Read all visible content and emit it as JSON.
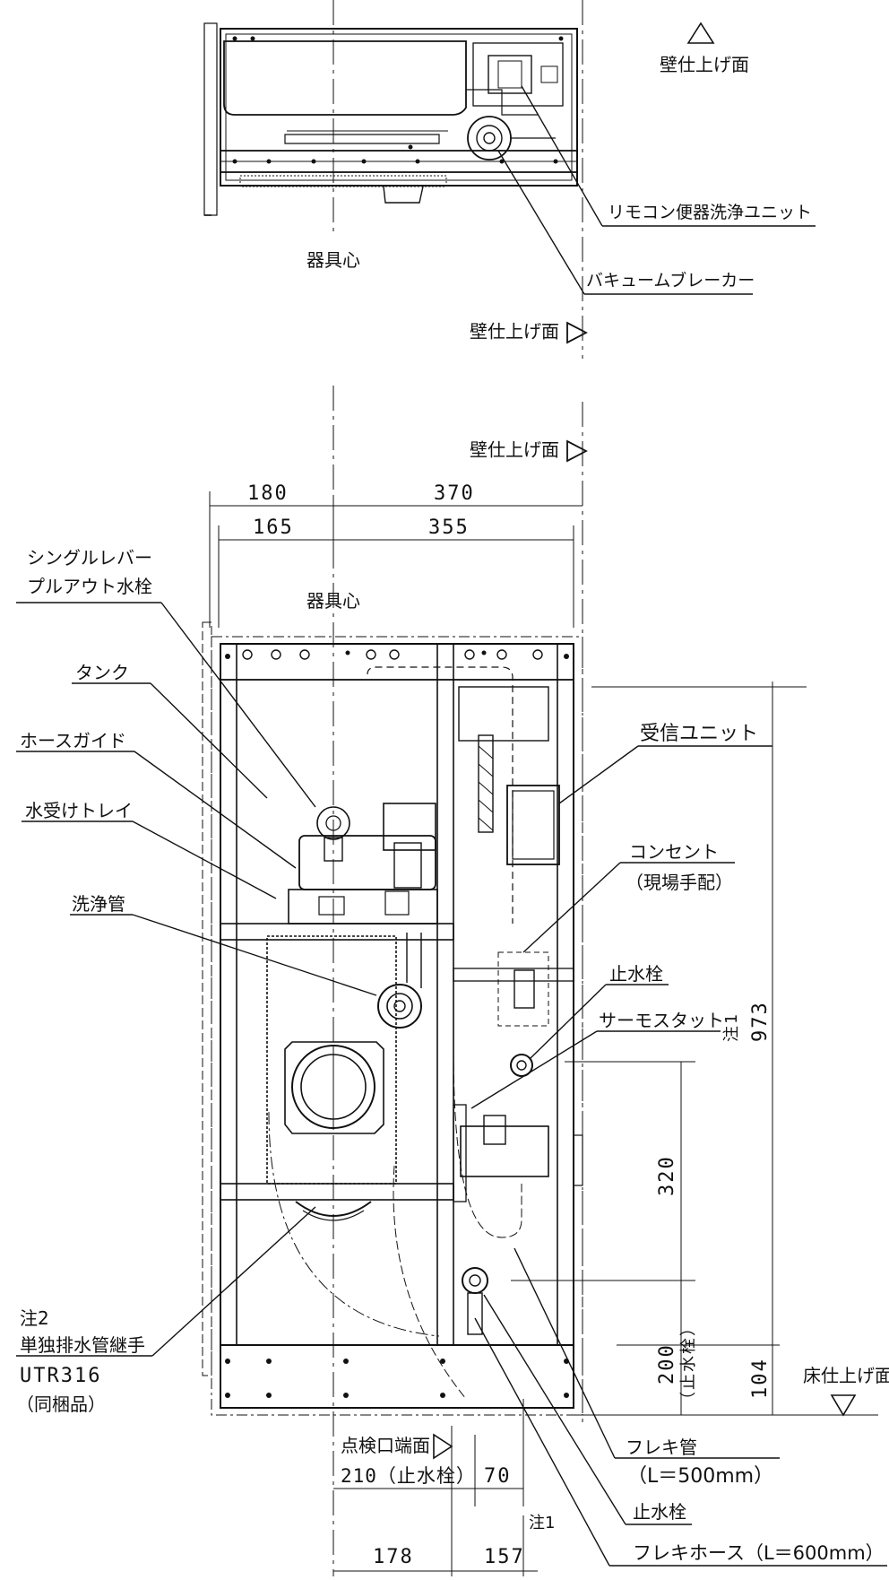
{
  "top_view": {
    "wall_finish_right": "壁仕上げ面",
    "wall_finish_bottom": "壁仕上げ面",
    "center": "器具心",
    "remote_unit": "リモコン便器洗浄ユニット",
    "vacuum_breaker": "バキュームブレーカー"
  },
  "front_view": {
    "wall_finish_top": "壁仕上げ面",
    "dim_180": "180",
    "dim_370": "370",
    "dim_165": "165",
    "dim_355": "355",
    "center": "器具心",
    "faucet_line1": "シングルレバー",
    "faucet_line2": "プルアウト水栓",
    "tank": "タンク",
    "hose_guide": "ホースガイド",
    "water_tray": "水受けトレイ",
    "flush_pipe": "洗浄管",
    "receiver_unit": "受信ユニット",
    "outlet": "コンセント",
    "outlet_note": "（現場手配）",
    "stop_valve_1": "止水栓",
    "thermostat": "サーモスタット",
    "note1_a": "注1",
    "dim_973": "973",
    "dim_320": "320",
    "dim_200": "200",
    "dim_200_note": "（止水栓）",
    "dim_104": "104",
    "floor_finish": "床仕上げ面",
    "note2": "注2",
    "drain_joint": "単独排水管継手",
    "part_no": "UTR316",
    "included": "（同梱品）",
    "access_edge": "点検口端面",
    "flex_pipe": "フレキ管",
    "flex_pipe_len": "（L＝500mm）",
    "stop_valve_2": "止水栓",
    "flex_hose": "フレキホース（L＝600mm）",
    "dim_210": "210（止水栓）",
    "dim_70": "70",
    "note1_b": "注1",
    "dim_178": "178",
    "dim_157": "157"
  }
}
